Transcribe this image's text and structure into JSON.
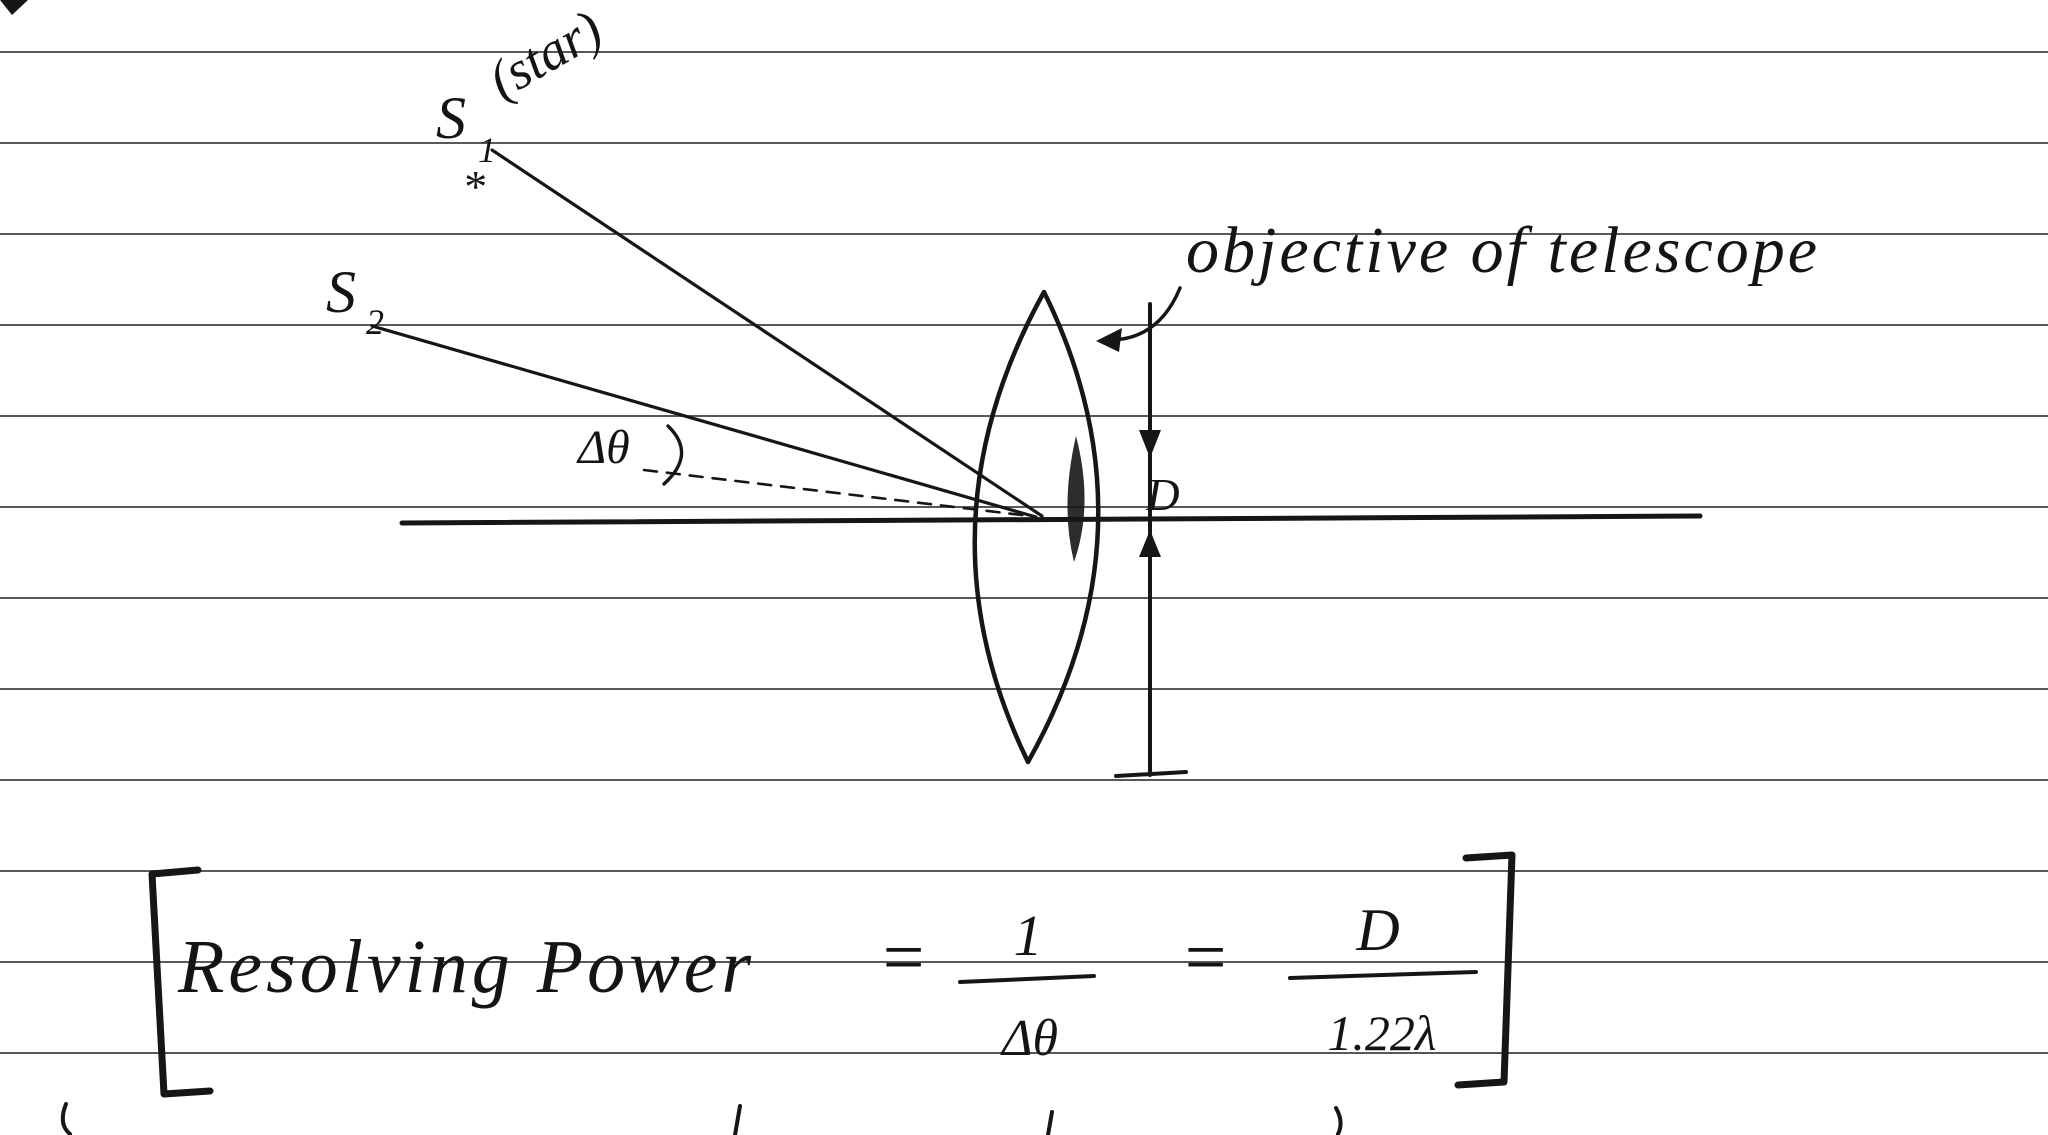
{
  "page": {
    "paper_color": "#ffffff",
    "rule_color": "#3b3b3b",
    "ink_color": "#161616"
  },
  "diagram": {
    "source1_base": "S",
    "source1_sub": "1",
    "source1_mark": "*",
    "source1_note": "(star)",
    "source2_base": "S",
    "source2_sub": "2",
    "angle_label": "Δθ",
    "aperture_label": "D",
    "lens_caption": "objective of telescope"
  },
  "formula": {
    "title": "Resolving Power",
    "eq1": "=",
    "frac1": {
      "num": "1",
      "den": "Δθ"
    },
    "eq2": "=",
    "frac2": {
      "num": "D",
      "den": "1.22λ"
    }
  }
}
